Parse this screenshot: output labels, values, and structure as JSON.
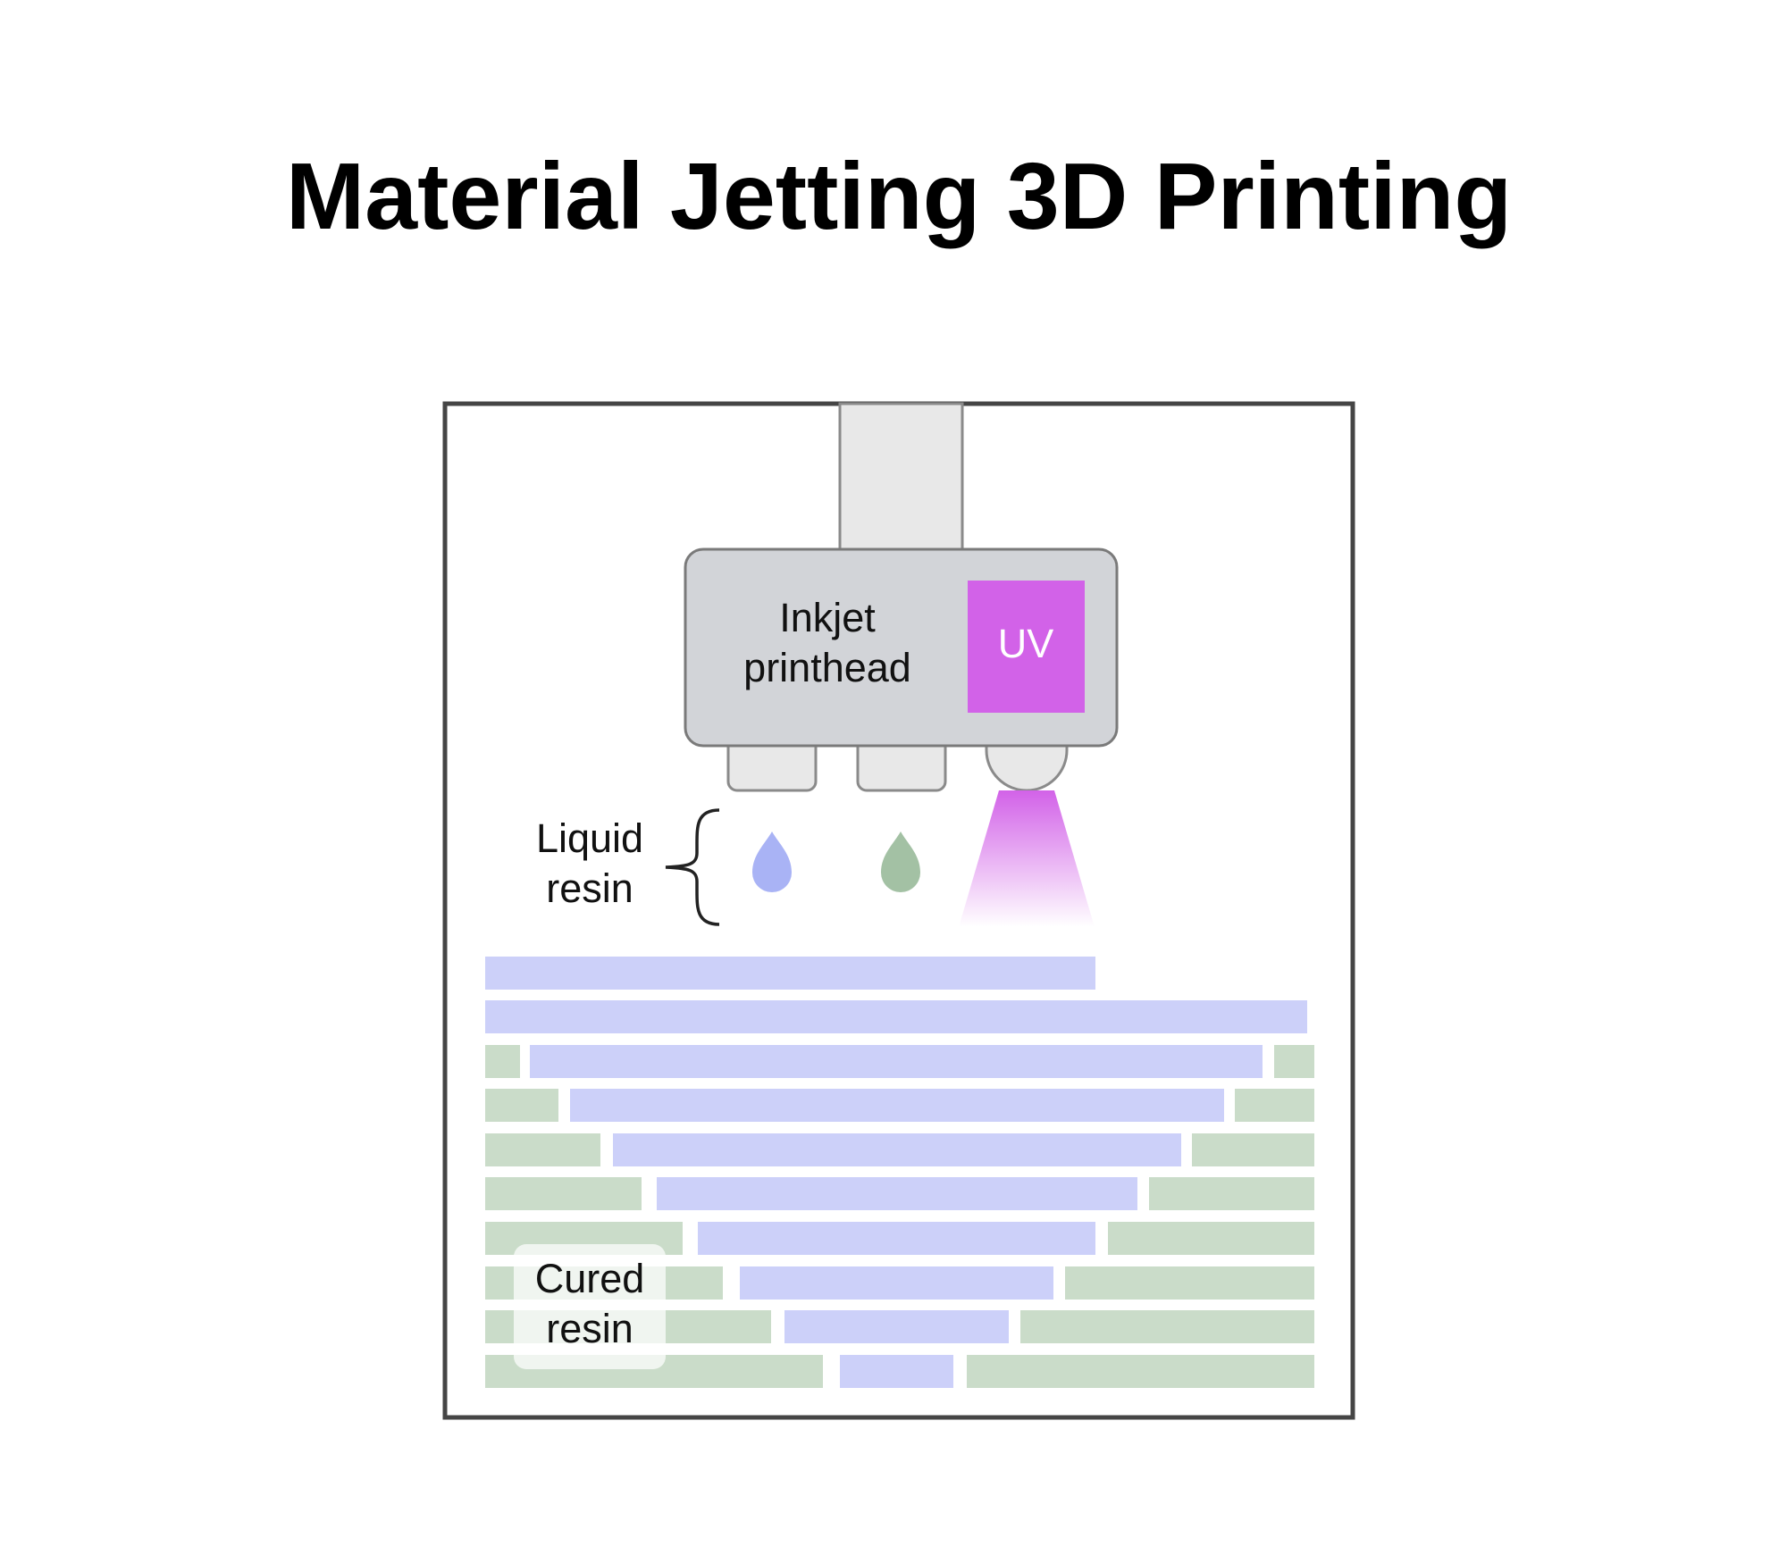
{
  "title": "Material Jetting 3D Printing",
  "labels": {
    "printhead_line1": "Inkjet",
    "printhead_line2": "printhead",
    "uv": "UV",
    "liquid_line1": "Liquid",
    "liquid_line2": "resin",
    "cured_line1": "Cured",
    "cured_line2": "resin"
  },
  "colors": {
    "frame": "#454545",
    "carriage": "#e8e8e8",
    "printhead": "#d2d4d8",
    "uv": "#d262e8",
    "drop_blue": "#a9b3f5",
    "drop_green": "#a3c1a4",
    "layer_blue": "#ccd0f9",
    "layer_green": "#cadcc9"
  },
  "icons": [
    "liquid-resin-brace",
    "blue-resin-drop-icon",
    "green-resin-drop-icon",
    "uv-light-beam"
  ]
}
